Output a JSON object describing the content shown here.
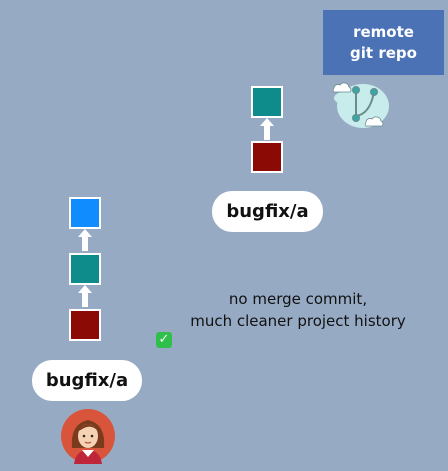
{
  "remote": {
    "line1": "remote",
    "line2": "git repo",
    "icon": "git-cloud-icon"
  },
  "remote_branch": {
    "label": "bugfix/a",
    "commits": [
      {
        "color": "#0E8C8C"
      },
      {
        "color": "#8B0A05"
      }
    ]
  },
  "local_branch": {
    "label": "bugfix/a",
    "commits": [
      {
        "color": "#118CFF"
      },
      {
        "color": "#0E8C8C"
      },
      {
        "color": "#8B0A05"
      }
    ]
  },
  "note": {
    "line1": "no merge commit,",
    "line2": "much cleaner project history",
    "check_icon": "check-mark-icon",
    "check_glyph": "✓"
  },
  "colors": {
    "background": "#97AAC4",
    "remote_box": "#4C72B6",
    "check": "#2FBF4A"
  },
  "avatar_icon": "developer-avatar-icon"
}
